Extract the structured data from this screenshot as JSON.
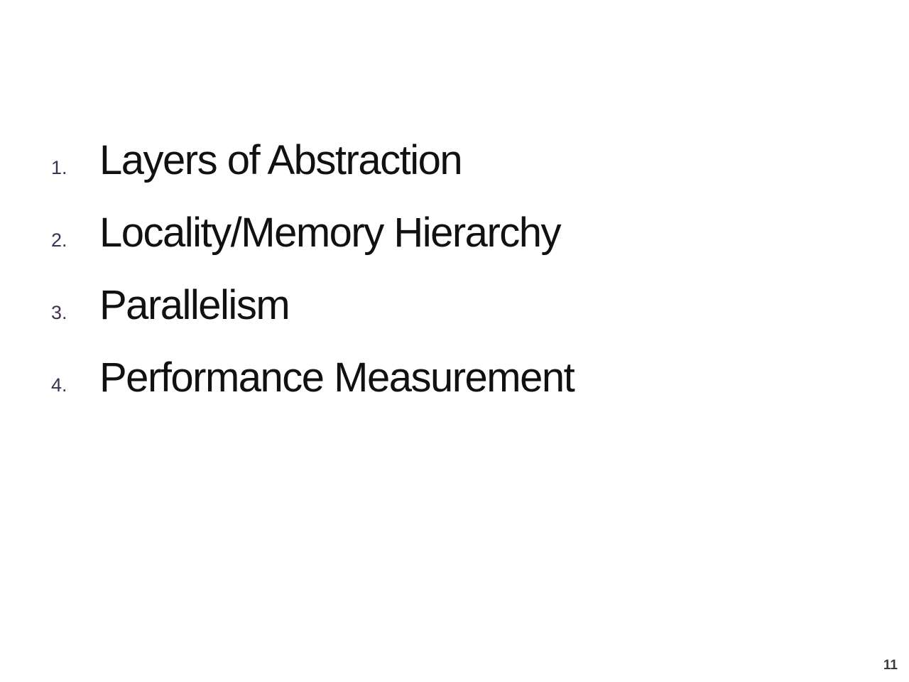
{
  "slide": {
    "items": [
      {
        "number": "1.",
        "text": "Layers of Abstraction"
      },
      {
        "number": "2.",
        "text": "Locality/Memory Hierarchy"
      },
      {
        "number": "3.",
        "text": "Parallelism"
      },
      {
        "number": "4.",
        "text": "Performance Measurement"
      }
    ],
    "page_number": "11",
    "colors": {
      "background": "#ffffff",
      "number_accent": "#403152",
      "body_text": "#111111",
      "page_number": "#3a3a3a"
    }
  }
}
